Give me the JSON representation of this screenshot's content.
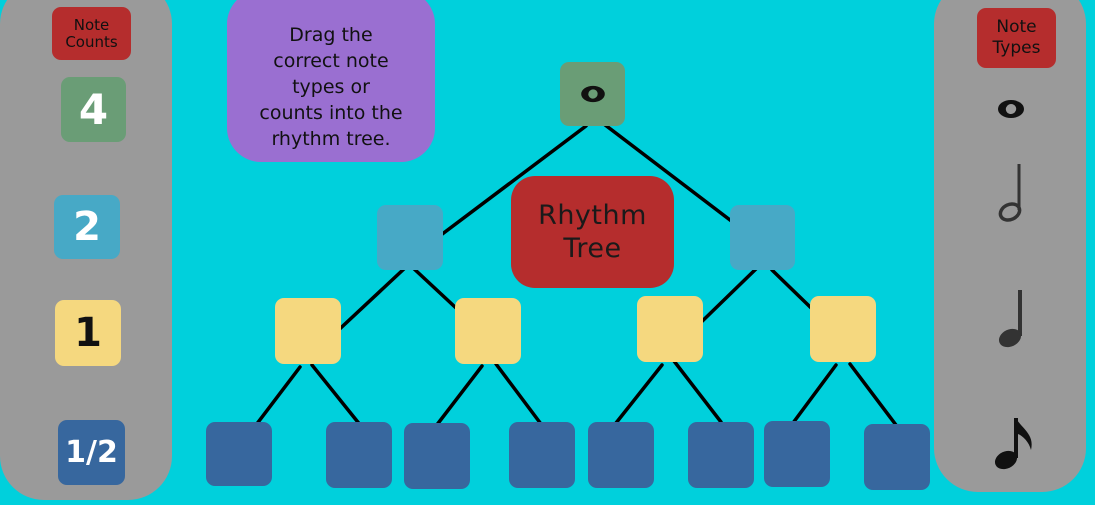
{
  "note_counts": {
    "header": "Note\nCounts",
    "items": [
      {
        "label": "4",
        "color": "#6a9d76"
      },
      {
        "label": "2",
        "color": "#47a9c6"
      },
      {
        "label": "1",
        "color": "#f5d87f"
      },
      {
        "label": "1/2",
        "color": "#37679e"
      }
    ]
  },
  "note_types": {
    "header": "Note\nTypes",
    "items": [
      {
        "icon": "whole-note-icon"
      },
      {
        "icon": "half-note-icon"
      },
      {
        "icon": "quarter-note-icon"
      },
      {
        "icon": "eighth-note-icon"
      }
    ]
  },
  "instructions": "Drag the\ncorrect note\ntypes or\ncounts into the\nrhythm tree.",
  "title": "Rhythm\nTree",
  "tree": {
    "root_note_icon": "whole-note-icon",
    "levels": [
      {
        "slots": 1,
        "color": "#6a9d76"
      },
      {
        "slots": 2,
        "color": "#47a9c6"
      },
      {
        "slots": 4,
        "color": "#f5d87f"
      },
      {
        "slots": 8,
        "color": "#37679e"
      }
    ]
  },
  "colors": {
    "background": "#00d0dc",
    "panel": "#9a9a9a",
    "header_badge": "#b52d2d",
    "instruction_box": "#9a6fd1",
    "title_box": "#b52d2d"
  }
}
